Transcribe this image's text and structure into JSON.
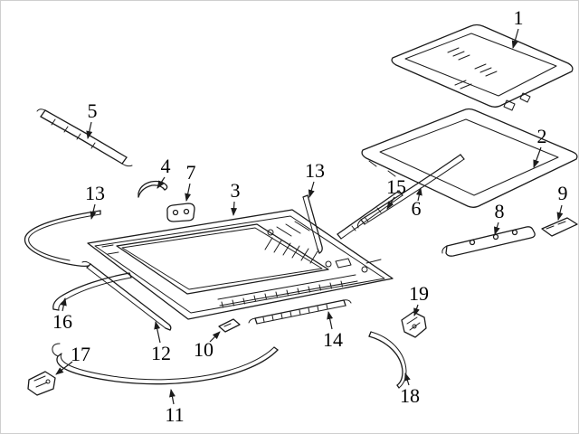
{
  "page": {
    "background_color": "#ffffff",
    "border_color": "#cfcfcf",
    "line_color": "#1c1c1c"
  },
  "diagram": {
    "type": "exploded-parts-diagram",
    "description": "Black-and-white exploded parts line drawing (sunroof assembly) with numbered arrow callouts",
    "callouts": [
      {
        "label": "1"
      },
      {
        "label": "2"
      },
      {
        "label": "5"
      },
      {
        "label": "4"
      },
      {
        "label": "7"
      },
      {
        "label": "13"
      },
      {
        "label": "3"
      },
      {
        "label": "13"
      },
      {
        "label": "15"
      },
      {
        "label": "6"
      },
      {
        "label": "9"
      },
      {
        "label": "8"
      },
      {
        "label": "16"
      },
      {
        "label": "12"
      },
      {
        "label": "10"
      },
      {
        "label": "14"
      },
      {
        "label": "19"
      },
      {
        "label": "18"
      },
      {
        "label": "17"
      },
      {
        "label": "11"
      }
    ]
  }
}
